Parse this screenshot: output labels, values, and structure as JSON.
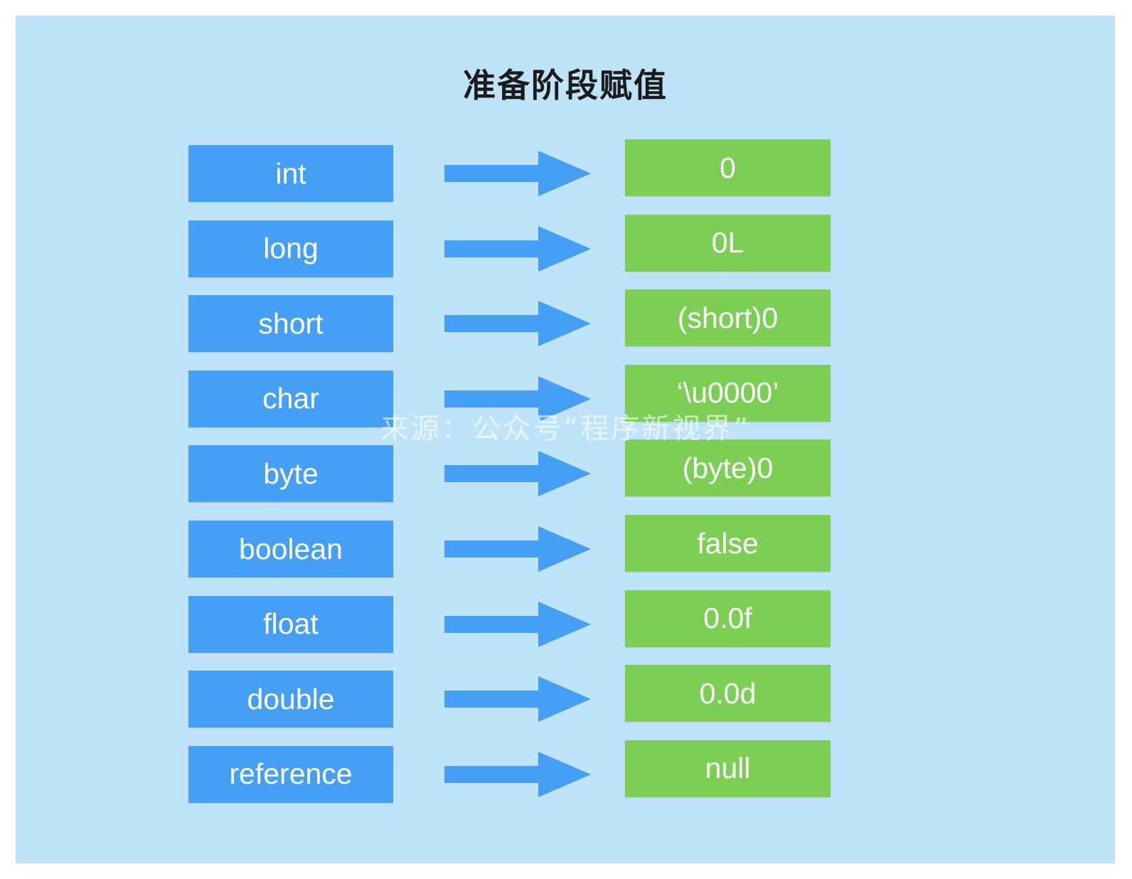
{
  "diagram": {
    "title": "准备阶段赋值",
    "watermark": "来源：公众号“程序新视界”",
    "colors": {
      "canvas_background": "#bfe3f8",
      "type_box": "#45a0f5",
      "value_box": "#7cce54",
      "arrow": "#45a0f5",
      "text": "#ffffff",
      "title_text": "#1b1b1b",
      "page_background": "#ffffff"
    },
    "arrow_icon": "right-arrow-icon",
    "rows": [
      {
        "type": "int",
        "value": "0"
      },
      {
        "type": "long",
        "value": "0L"
      },
      {
        "type": "short",
        "value": "(short)0"
      },
      {
        "type": "char",
        "value": "‘\\u0000’"
      },
      {
        "type": "byte",
        "value": "(byte)0"
      },
      {
        "type": "boolean",
        "value": "false"
      },
      {
        "type": "float",
        "value": "0.0f"
      },
      {
        "type": "double",
        "value": "0.0d"
      },
      {
        "type": "reference",
        "value": "null"
      }
    ]
  }
}
